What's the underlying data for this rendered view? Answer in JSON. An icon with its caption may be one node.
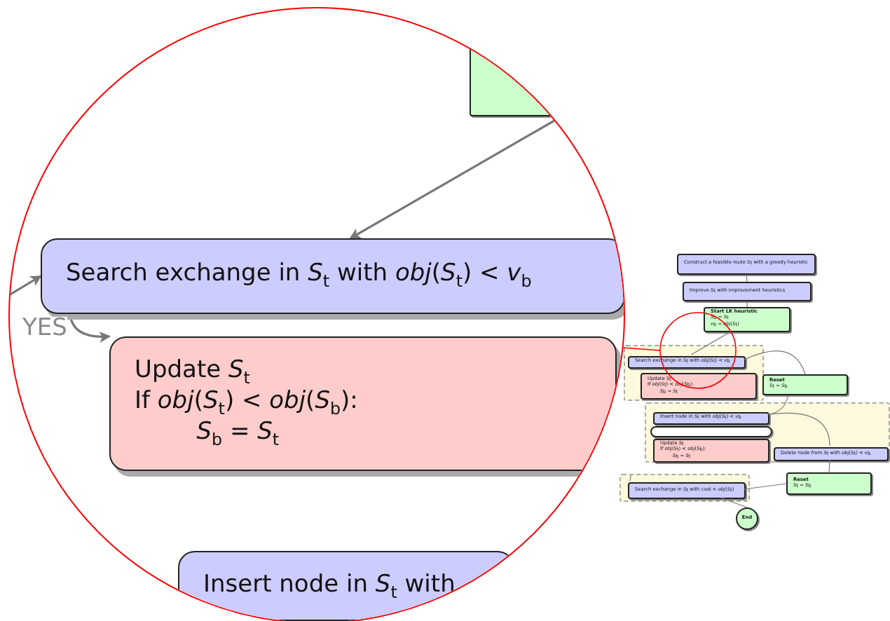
{
  "diagram": {
    "nodes": [
      {
        "text": [],
        "shape": "box"
      },
      {
        "text": [
          "Search exchange in *S*$_{t}$ with *obj*(*S*$_{t}$) < *v*$_{b}$"
        ]
      },
      {
        "text": [
          "Update *S*$_{t}$",
          "If *obj*(*S*$_{t}$) < *obj*(*S*$_{b}$):",
          "*S*$_{b}$ = *S*$_{t}$"
        ]
      },
      {
        "text": [
          "Insert node in *S*$_{t}$ with"
        ]
      },
      {
        "text": [
          "Construct a feasible route *S*$_{t}$ with a greedy heuristic"
        ]
      },
      {
        "text": [
          "Improve *S*$_{t}$ with improvement heuristics"
        ]
      },
      {
        "text": [
          "Start LK heuristic",
          "*S*$_{b}$ = *S*$_{t}$",
          "*v*$_{b}$ = *obj*(*S*$_{t}$)"
        ]
      },
      {
        "text": [],
        "shape": "box"
      },
      {
        "text": [
          "Search exchange in *S*$_{t}$ with *obj*(*S*$_{t}$) < *v*$_{b}$"
        ],
        "in": 7
      },
      {
        "text": [
          "Update *S*$_{t}$",
          "If *obj*(*S*$_{t}$) < *obj*(*S*$_{b}$):",
          "*S*$_{b}$ = *S*$_{t}$"
        ],
        "in": 7
      },
      {
        "text": [
          "Reset",
          "*S*$_{t}$ = *S*$_{b}$"
        ]
      },
      {
        "text": [],
        "shape": "box"
      },
      {
        "text": [
          "Insert node in *S*$_{t}$ with *obj*(*S*$_{t}$) < *v*$_{b}$"
        ],
        "in": 11
      },
      {
        "text": [],
        "shape": "box",
        "in": 11
      },
      {
        "text": [
          "Update *S*$_{t}$",
          "If *obj*(*S*$_{t}$) < *obj*(*S*$_{b}$):",
          "*S*$_{b}$ = *S*$_{t}$"
        ],
        "in": 11
      },
      {
        "text": [
          "Delete node from *S*$_{t}$ with *obj*(*S*$_{t}$) < *v*$_{b}$"
        ],
        "in": 11
      },
      {
        "text": [],
        "shape": "box"
      },
      {
        "text": [
          "Search exchange in *S*$_{t}$ with cost < *obj*(*S*$_{t}$)"
        ],
        "in": 16
      },
      {
        "text": [
          "Reset",
          "*S*$_{t}$ = *S*$_{b}$"
        ]
      },
      {
        "text": [
          "End"
        ]
      }
    ],
    "edges": [
      {
        "from": 0,
        "to": 1,
        "arrow": "to"
      },
      {
        "from": null,
        "to": 1,
        "arrow": "to"
      },
      {
        "from": 1,
        "to": 2,
        "arrow": "to",
        "label": "YES"
      },
      {
        "from": 4,
        "to": 5,
        "arrow": "none"
      },
      {
        "from": 5,
        "to": 6,
        "arrow": "none"
      },
      {
        "from": 6,
        "to": 8,
        "arrow": "none"
      },
      {
        "from": 8,
        "to": 10,
        "arrow": "none"
      },
      {
        "from": 10,
        "to": 12,
        "arrow": "none"
      },
      {
        "from": 12,
        "to": 15,
        "arrow": "none"
      },
      {
        "from": 15,
        "to": 18,
        "arrow": "none"
      },
      {
        "from": 18,
        "to": 17,
        "arrow": "none"
      },
      {
        "from": 17,
        "to": 19,
        "arrow": "none"
      },
      {
        "from": null,
        "to": 17,
        "arrow": "none"
      }
    ]
  }
}
